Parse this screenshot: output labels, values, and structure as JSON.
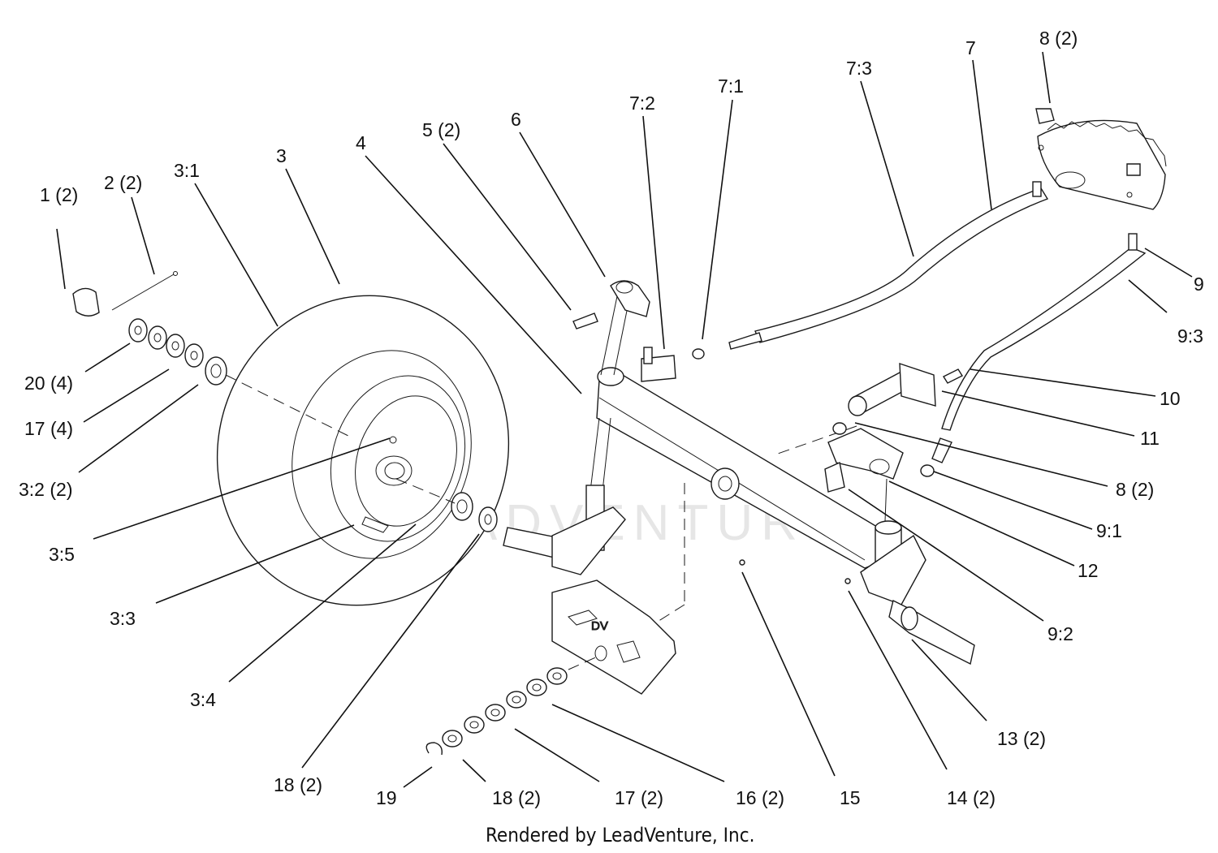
{
  "watermark": "LEADVENTURE",
  "footer": "Rendered by LeadVenture, Inc.",
  "callouts": [
    {
      "id": "c-1",
      "label": "1 (2)"
    },
    {
      "id": "c-2",
      "label": "2 (2)"
    },
    {
      "id": "c-3-1",
      "label": "3:1"
    },
    {
      "id": "c-3",
      "label": "3"
    },
    {
      "id": "c-4",
      "label": "4"
    },
    {
      "id": "c-5",
      "label": "5 (2)"
    },
    {
      "id": "c-6",
      "label": "6"
    },
    {
      "id": "c-7-2",
      "label": "7:2"
    },
    {
      "id": "c-7-1",
      "label": "7:1"
    },
    {
      "id": "c-7-3",
      "label": "7:3"
    },
    {
      "id": "c-7",
      "label": "7"
    },
    {
      "id": "c-8-top",
      "label": "8 (2)"
    },
    {
      "id": "c-9",
      "label": "9"
    },
    {
      "id": "c-9-3",
      "label": "9:3"
    },
    {
      "id": "c-10",
      "label": "10"
    },
    {
      "id": "c-11",
      "label": "11"
    },
    {
      "id": "c-8-mid",
      "label": "8 (2)"
    },
    {
      "id": "c-9-1",
      "label": "9:1"
    },
    {
      "id": "c-12",
      "label": "12"
    },
    {
      "id": "c-9-2",
      "label": "9:2"
    },
    {
      "id": "c-13",
      "label": "13 (2)"
    },
    {
      "id": "c-14",
      "label": "14 (2)"
    },
    {
      "id": "c-15",
      "label": "15"
    },
    {
      "id": "c-16",
      "label": "16 (2)"
    },
    {
      "id": "c-17-bot",
      "label": "17 (2)"
    },
    {
      "id": "c-18-bot",
      "label": "18 (2)"
    },
    {
      "id": "c-19",
      "label": "19"
    },
    {
      "id": "c-18-mid",
      "label": "18 (2)"
    },
    {
      "id": "c-3-4",
      "label": "3:4"
    },
    {
      "id": "c-3-3",
      "label": "3:3"
    },
    {
      "id": "c-3-5",
      "label": "3:5"
    },
    {
      "id": "c-3-2",
      "label": "3:2 (2)"
    },
    {
      "id": "c-17-left",
      "label": "17 (4)"
    },
    {
      "id": "c-20",
      "label": "20 (4)"
    }
  ]
}
